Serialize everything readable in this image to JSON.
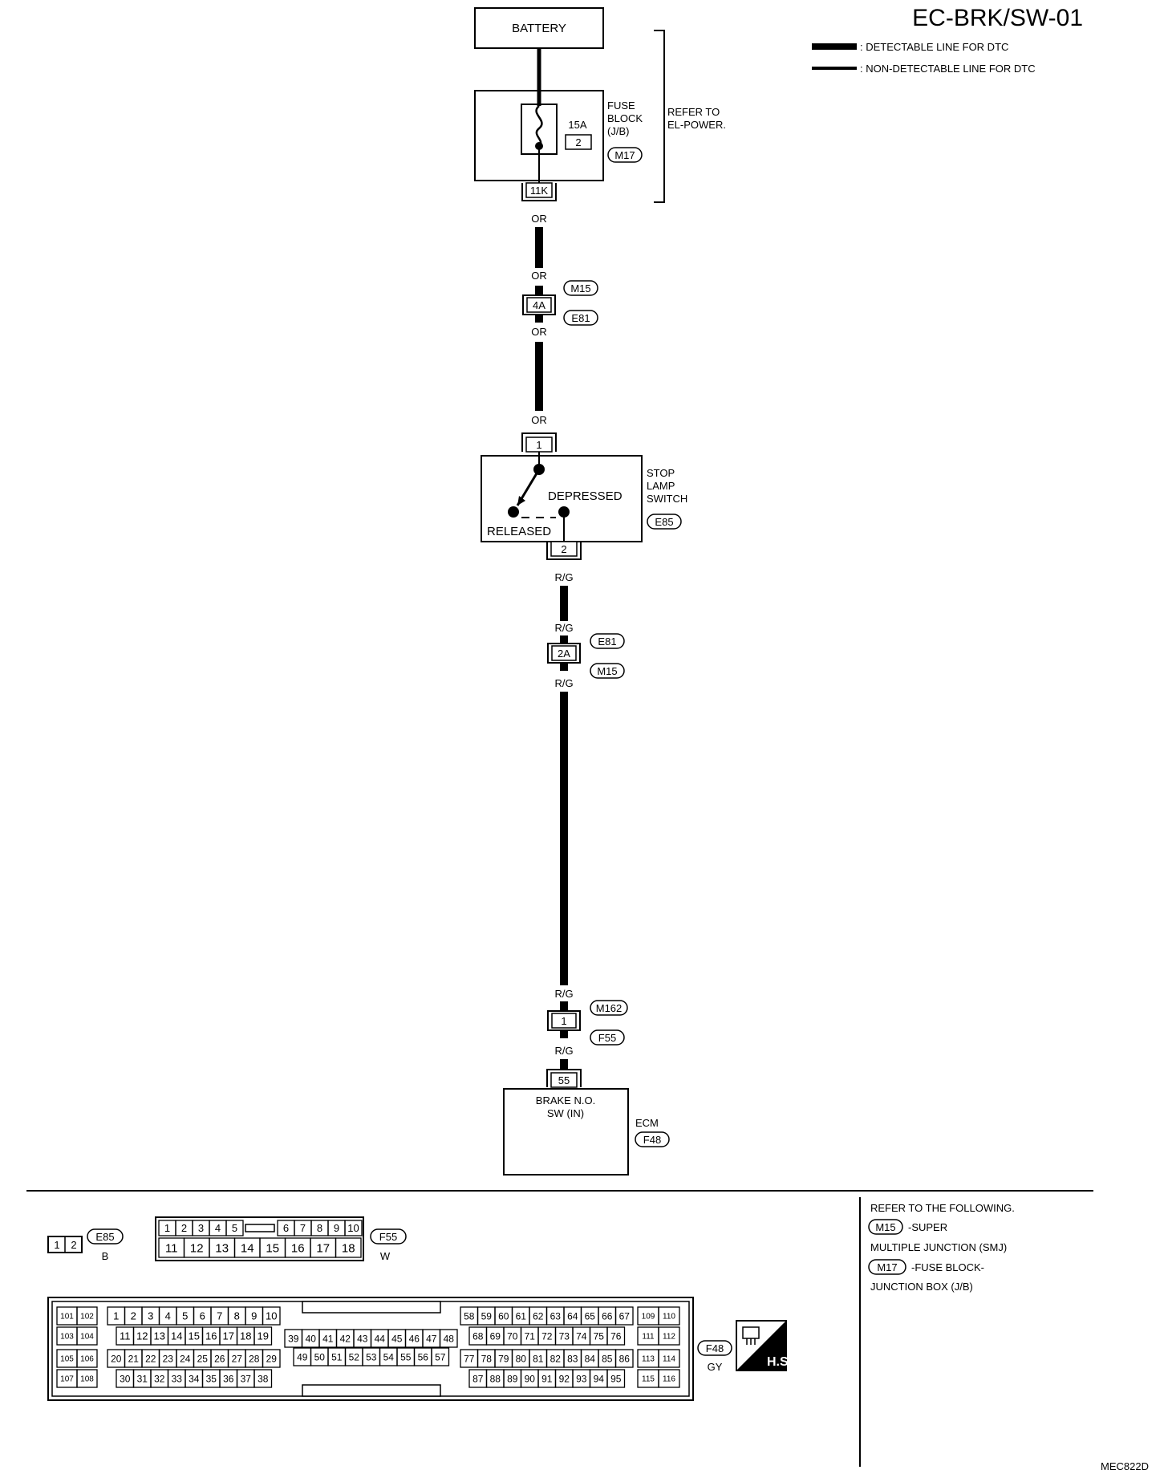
{
  "header": {
    "title": "EC-BRK/SW-01",
    "legend": [
      {
        "label": ": DETECTABLE LINE FOR DTC"
      },
      {
        "label": ": NON-DETECTABLE LINE FOR DTC"
      }
    ]
  },
  "battery": {
    "label": "BATTERY"
  },
  "fuse_block": {
    "name_lines": [
      "FUSE",
      "BLOCK",
      "(J/B)"
    ],
    "amp": "15A",
    "fuse_no": "2",
    "connector": "M17",
    "terminal": "11K",
    "refer_lines": [
      "REFER TO",
      "EL-POWER."
    ]
  },
  "wires": {
    "or": "OR",
    "rg": "R/G"
  },
  "junction_1": {
    "terminal": "4A",
    "conn_top": "M15",
    "conn_bottom": "E81"
  },
  "stop_lamp_switch": {
    "terminal_in": "1",
    "terminal_out": "2",
    "depressed": "DEPRESSED",
    "released": "RELEASED",
    "name_lines": [
      "STOP",
      "LAMP",
      "SWITCH"
    ],
    "connector": "E85"
  },
  "junction_2": {
    "terminal": "2A",
    "conn_top": "E81",
    "conn_bottom": "M15"
  },
  "junction_3": {
    "terminal": "1",
    "conn_top": "M162",
    "conn_bottom": "F55"
  },
  "ecm": {
    "terminal": "55",
    "input_lines": [
      "BRAKE N.O.",
      "SW (IN)"
    ],
    "name": "ECM",
    "connector": "F48"
  },
  "connectors": {
    "e85": {
      "pins": [
        "1",
        "2"
      ],
      "id": "E85",
      "color": "B"
    },
    "f55": {
      "top": [
        "1",
        "2",
        "3",
        "4",
        "5",
        "6",
        "7",
        "8",
        "9",
        "10"
      ],
      "bottom": [
        "11",
        "12",
        "13",
        "14",
        "15",
        "16",
        "17",
        "18"
      ],
      "id": "F55",
      "color": "W"
    },
    "f48": {
      "id": "F48",
      "color": "GY",
      "left_pairs": [
        [
          "101",
          "102"
        ],
        [
          "103",
          "104"
        ],
        [
          "105",
          "106"
        ],
        [
          "107",
          "108"
        ]
      ],
      "right_pairs": [
        [
          "109",
          "110"
        ],
        [
          "111",
          "112"
        ],
        [
          "113",
          "114"
        ],
        [
          "115",
          "116"
        ]
      ],
      "block1": [
        [
          "1",
          "2",
          "3",
          "4",
          "5",
          "6",
          "7",
          "8",
          "9",
          "10"
        ],
        [
          "11",
          "12",
          "13",
          "14",
          "15",
          "16",
          "17",
          "18",
          "19"
        ],
        [
          "20",
          "21",
          "22",
          "23",
          "24",
          "25",
          "26",
          "27",
          "28",
          "29"
        ],
        [
          "30",
          "31",
          "32",
          "33",
          "34",
          "35",
          "36",
          "37",
          "38"
        ]
      ],
      "block2": [
        [
          "39",
          "40",
          "41",
          "42",
          "43",
          "44",
          "45",
          "46",
          "47",
          "48"
        ],
        [
          "49",
          "50",
          "51",
          "52",
          "53",
          "54",
          "55",
          "56",
          "57"
        ]
      ],
      "block3": [
        [
          "58",
          "59",
          "60",
          "61",
          "62",
          "63",
          "64",
          "65",
          "66",
          "67"
        ],
        [
          "68",
          "69",
          "70",
          "71",
          "72",
          "73",
          "74",
          "75",
          "76"
        ],
        [
          "77",
          "78",
          "79",
          "80",
          "81",
          "82",
          "83",
          "84",
          "85",
          "86"
        ],
        [
          "87",
          "88",
          "89",
          "90",
          "91",
          "92",
          "93",
          "94",
          "95"
        ]
      ]
    },
    "hs_label": "H.S."
  },
  "refer_box": {
    "lines": [
      {
        "text": "REFER TO THE FOLLOWING."
      },
      {
        "badge": "M15",
        "text": "-SUPER"
      },
      {
        "text": "MULTIPLE JUNCTION (SMJ)"
      },
      {
        "badge": "M17",
        "text": "-FUSE BLOCK-"
      },
      {
        "text": "JUNCTION BOX (J/B)"
      }
    ]
  },
  "footer_code": "MEC822D"
}
